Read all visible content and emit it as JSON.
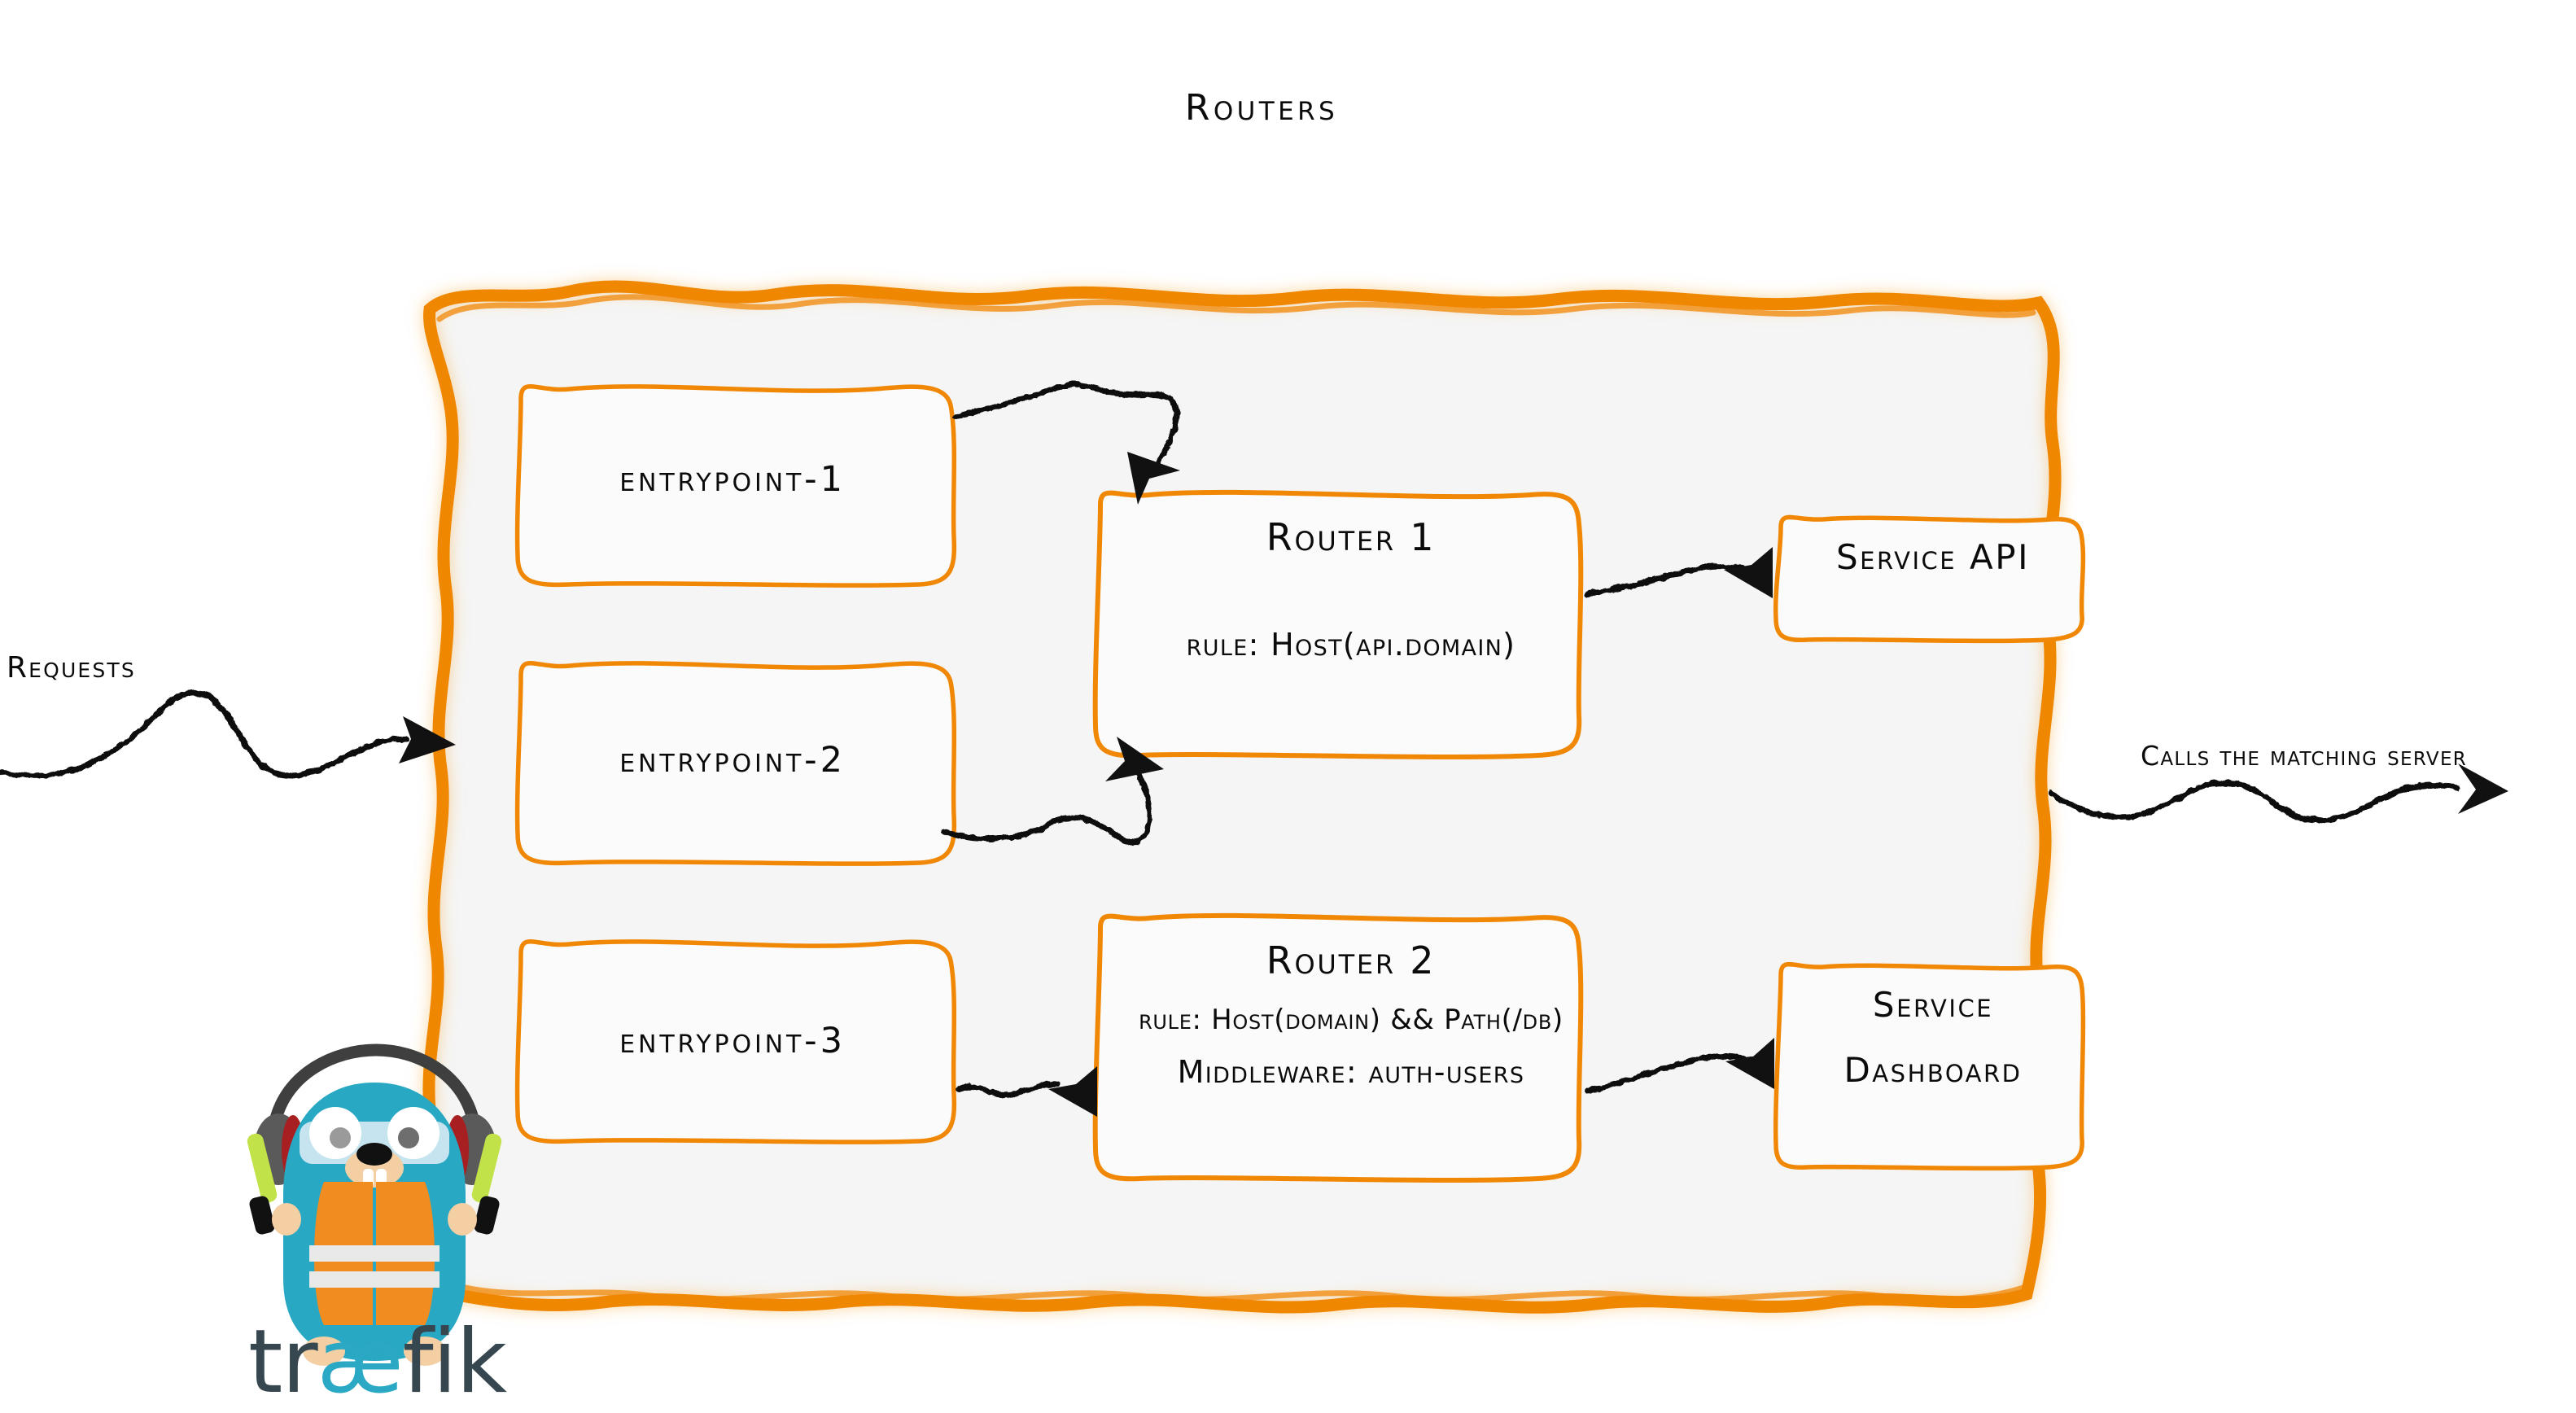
{
  "diagram": {
    "title": "Routers",
    "brand_color": "#f08705",
    "panel_fill": "#f5f5f5",
    "ink_color": "#0b0b0b",
    "logo": {
      "name": "traefik",
      "word_part_1": "tr",
      "word_ligature": "æ",
      "word_part_2": "fik",
      "text_color": "#37474f",
      "accent_color": "#2aa8c4",
      "body_color": "#29a8c4",
      "vest_color": "#f18c20",
      "stripe_color": "#e9e9e9",
      "baton_color": "#c2e24a",
      "headphone_color": "#4d4d4d",
      "headphone_accent": "#a81f21",
      "muzzle_color": "#f5cfa4",
      "goggle_color": "#cfe7f2"
    }
  },
  "flow": {
    "inbound_label": "Requests",
    "outbound_label": "Calls the matching server"
  },
  "entrypoints": [
    {
      "id": "entrypoint-1",
      "label": "entrypoint-1"
    },
    {
      "id": "entrypoint-2",
      "label": "entrypoint-2"
    },
    {
      "id": "entrypoint-3",
      "label": "entrypoint-3"
    }
  ],
  "routers": [
    {
      "id": "router-1",
      "title": "Router 1",
      "rule": "rule: Host(api.domain)",
      "middleware": null
    },
    {
      "id": "router-2",
      "title": "Router 2",
      "rule": "rule: Host(domain) && Path(/db)",
      "middleware": "Middleware: auth-users"
    }
  ],
  "services": [
    {
      "id": "service-api",
      "label": "Service API",
      "lines": [
        "Service API"
      ]
    },
    {
      "id": "service-dashboard",
      "label": "Service Dashboard",
      "lines": [
        "Service",
        "Dashboard"
      ]
    }
  ],
  "connections": [
    {
      "from": "entrypoint-1",
      "to": "router-1"
    },
    {
      "from": "entrypoint-2",
      "to": "router-1"
    },
    {
      "from": "entrypoint-3",
      "to": "router-2"
    },
    {
      "from": "router-1",
      "to": "service-api"
    },
    {
      "from": "router-2",
      "to": "service-dashboard"
    }
  ]
}
